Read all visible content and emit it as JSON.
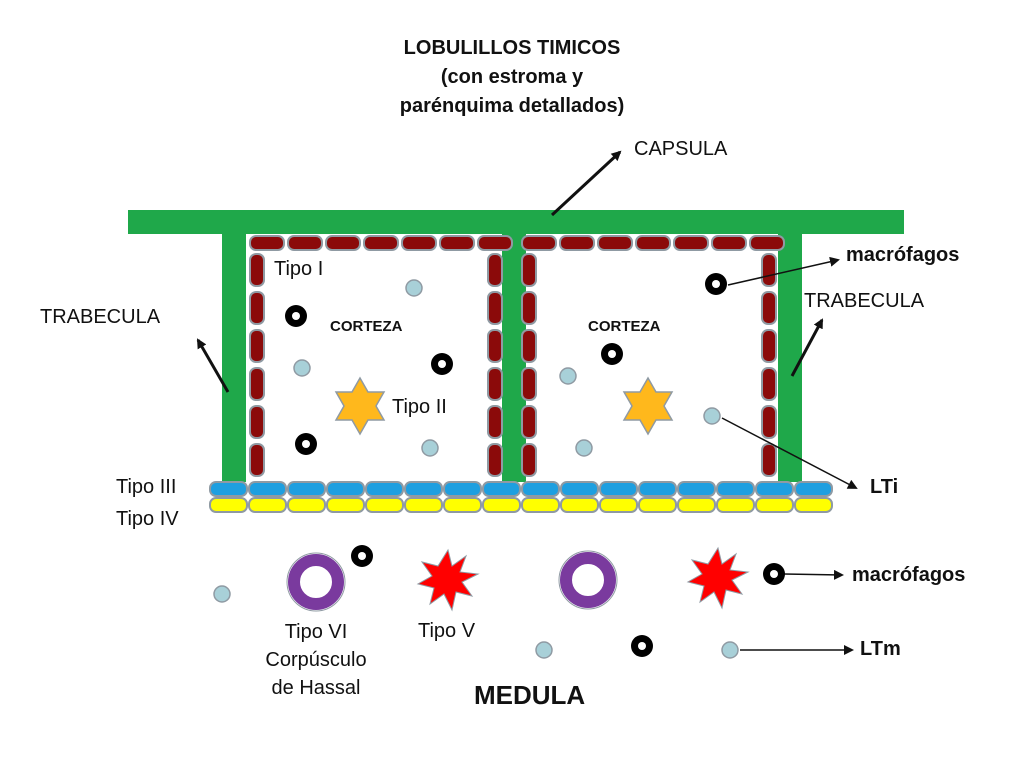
{
  "title": {
    "line1": "LOBULILLOS TIMICOS",
    "line2": "(con estroma y",
    "line3": "parénquima detallados)"
  },
  "labels": {
    "capsula": "CAPSULA",
    "trabecula_left": "TRABECULA",
    "trabecula_right": "TRABECULA",
    "corteza_left": "CORTEZA",
    "corteza_right": "CORTEZA",
    "tipo1": "Tipo I",
    "tipo2": "Tipo II",
    "tipo3": "Tipo III",
    "tipo4": "Tipo IV",
    "tipo5": "Tipo V",
    "tipo6_line1": "Tipo VI",
    "tipo6_line2": "Corpúsculo",
    "tipo6_line3": "de Hassal",
    "medula": "MEDULA",
    "macrofagos_top": "macrófagos",
    "macrofagos_bottom": "macrófagos",
    "lti": "LTi",
    "ltm": "LTm"
  },
  "colors": {
    "capsule": "#1fa84a",
    "epithelial_lining": "#8b0a0a",
    "lining_border": "#8f9aa3",
    "type3_band": "#1e9fe0",
    "type4_band": "#ffff00",
    "type2_star": "#ffb81c",
    "type5_burst": "#ff0000",
    "hassal_ring": "#7a3a9e",
    "lymphocyte": "#a8d0d8",
    "macrophage": "#000000"
  }
}
